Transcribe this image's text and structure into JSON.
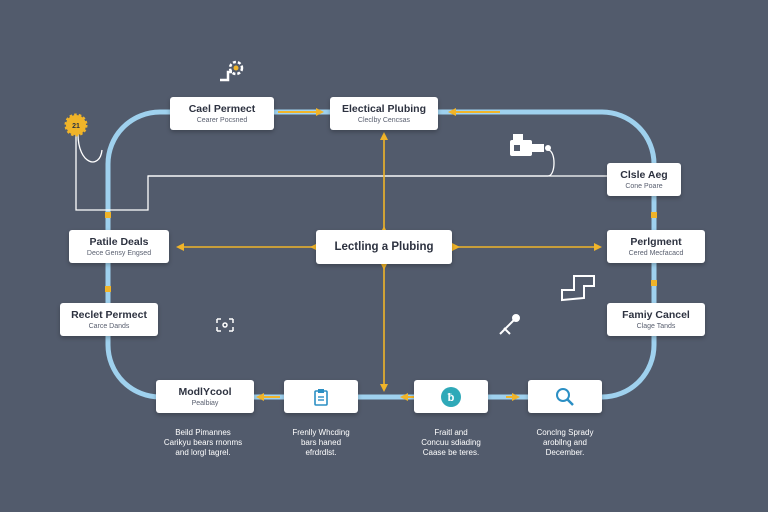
{
  "nodes": {
    "top_left": {
      "title": "Cael Permect",
      "subtitle": "Cearer Pocsned"
    },
    "top_center": {
      "title": "Electical Plubing",
      "subtitle": "Cleclby Cencsas"
    },
    "right_upper": {
      "title": "Clsle Aeg",
      "subtitle": "Cone Poare"
    },
    "left_mid": {
      "title": "Patile Deals",
      "subtitle": "Dece Gensy Engsed"
    },
    "center": {
      "title": "Lectling a Plubing"
    },
    "right_mid": {
      "title": "Perlgment",
      "subtitle": "Cered Mecfacacd"
    },
    "left_lower": {
      "title": "Reclet Permect",
      "subtitle": "Carce Dands"
    },
    "right_lower": {
      "title": "Famiy Cancel",
      "subtitle": "Clage Tands"
    },
    "bottom_left": {
      "title": "ModlYcool",
      "subtitle": "Pealbiay"
    }
  },
  "captions": {
    "c1": "Beild Pimannes\nCarikyu bears rnonms\nand lorgl tagrel.",
    "c2": "Frenlly Whcding\nbars haned\nefrdrdlst.",
    "c3": "Fraitl and\nConcuu sdiading\nCaase be teres.",
    "c4": "Conclng Sprady\narobllng and\nDecember."
  },
  "icons": {
    "hub_top": "gear-wrench-icon",
    "hub_left": "gear-badge-icon",
    "plug": "plug-icon",
    "step": "stair-step-icon",
    "move": "move-icon",
    "tool": "screwdriver-icon",
    "bottom1": "clipboard-icon",
    "bottom2": "info-icon",
    "bottom3": "search-icon"
  },
  "colors": {
    "background": "#525b6c",
    "track": "#9fd1ee",
    "arrow": "#f0b429",
    "accent_teal": "#2fa9b8",
    "icon_blue": "#2b8fc4"
  }
}
